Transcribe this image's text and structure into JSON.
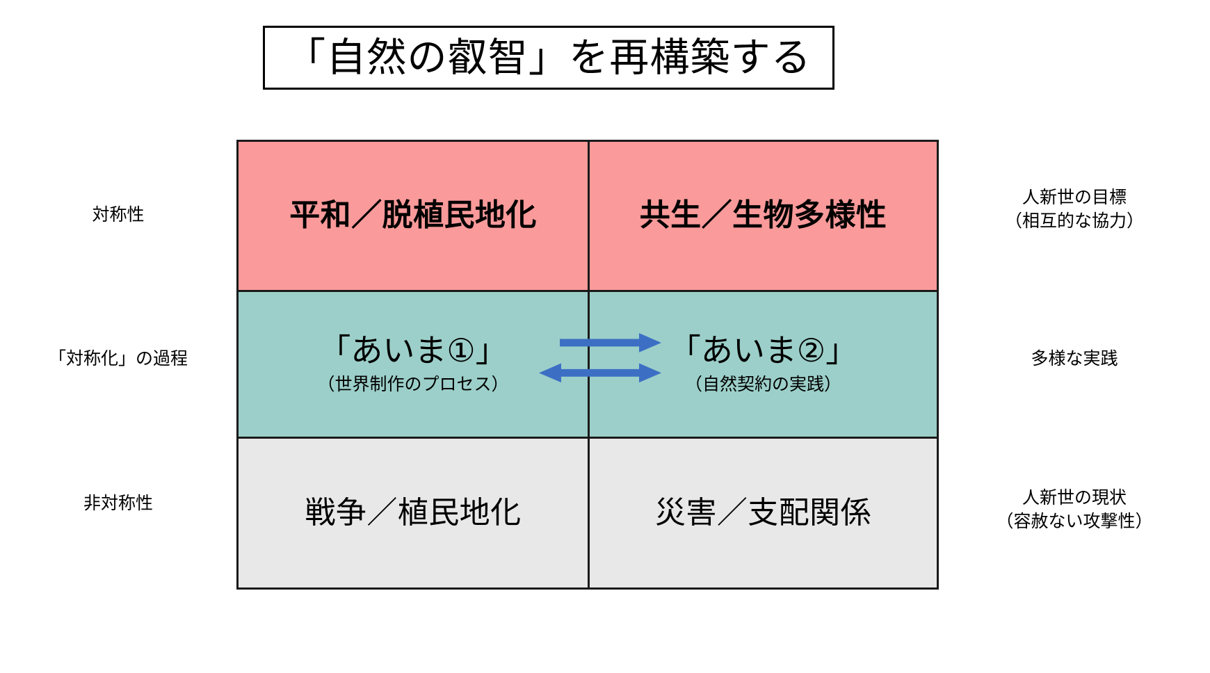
{
  "title": {
    "text": "「自然の叡智」を再構築する"
  },
  "matrix": {
    "rows": [
      {
        "id": "goal",
        "fill": "#FA9A9A",
        "left_label": "対称性",
        "right_label_line1": "人新世の目標",
        "right_label_line2": "（相互的な協力）",
        "cells": [
          {
            "main": "平和／脱植民地化",
            "sub": ""
          },
          {
            "main": "共生／生物多様性",
            "sub": ""
          }
        ]
      },
      {
        "id": "process",
        "fill": "#9CCFC9",
        "left_label": "「対称化」の過程",
        "right_label_line1": "多様な実践",
        "right_label_line2": "",
        "cells": [
          {
            "main": "「あいま①」",
            "sub": "（世界制作のプロセス）"
          },
          {
            "main": "「あいま②」",
            "sub": "（自然契約の実践）"
          }
        ]
      },
      {
        "id": "current",
        "fill": "#E8E8E8",
        "left_label": "非対称性",
        "right_label_line1": "人新世の現状",
        "right_label_line2": "（容赦ない攻撃性）",
        "cells": [
          {
            "main": "戦争／植民地化",
            "sub": ""
          },
          {
            "main": "災害／支配関係",
            "sub": ""
          }
        ]
      }
    ]
  },
  "arrows": {
    "color": "#3C6FC4",
    "top": {
      "direction": "right",
      "name": "arrow-left-to-right"
    },
    "bottom": {
      "direction": "both",
      "name": "arrow-bidirectional"
    }
  },
  "colors": {
    "border": "#1A1A1A",
    "background": "#FFFFFF",
    "pink": "#FA9A9A",
    "teal": "#9CCFC9",
    "gray": "#E8E8E8",
    "arrow_blue": "#3C6FC4"
  }
}
